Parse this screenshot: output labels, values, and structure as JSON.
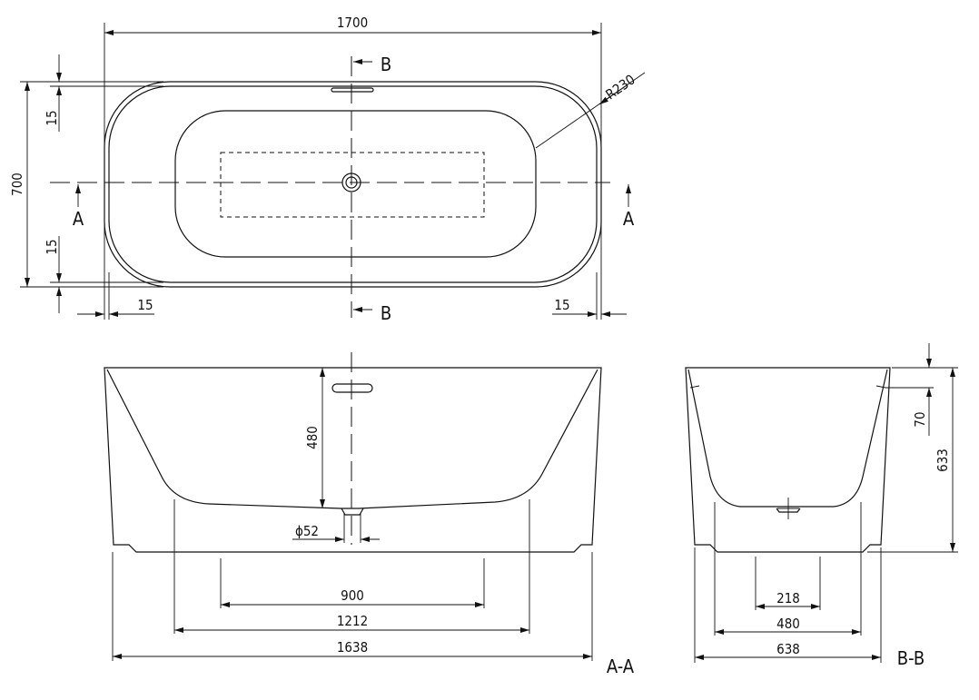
{
  "top_view": {
    "length": "1700",
    "width": "700",
    "rim_top": "15",
    "rim_bottom": "15",
    "rim_left": "15",
    "rim_right": "15",
    "radius": "R230",
    "section_a": "A",
    "section_b": "B"
  },
  "section_aa": {
    "label": "A-A",
    "depth": "480",
    "drain_diameter": "ϕ52",
    "foot_inner": "900",
    "foot_outer": "1212",
    "base_length": "1638"
  },
  "section_bb": {
    "label": "B-B",
    "overflow_offset": "70",
    "height": "633",
    "foot_inner": "218",
    "foot_outer": "480",
    "base_width": "638"
  }
}
